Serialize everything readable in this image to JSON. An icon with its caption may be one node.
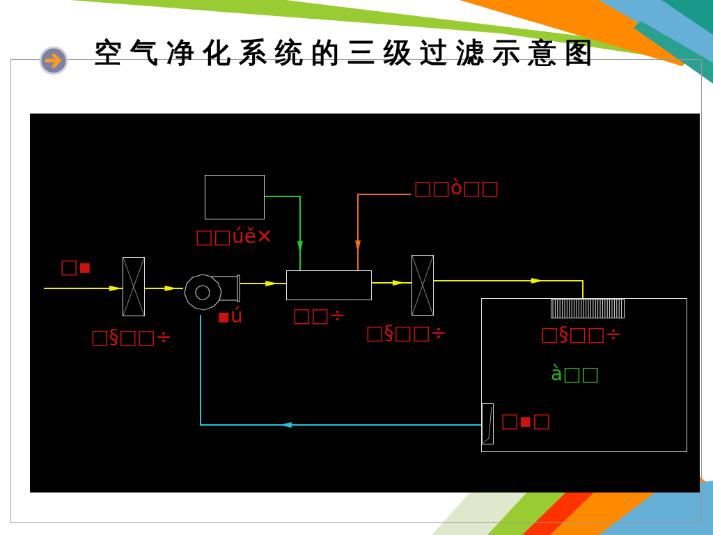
{
  "diagram": {
    "title": "空气净化系统的三级过滤示意图",
    "nodes": [
      {
        "text": [],
        "shape": "box",
        "beside": [
          "□§□□÷"
        ]
      },
      {
        "text": [],
        "shape": "circle",
        "beside": [
          "▪ú"
        ]
      },
      {
        "text": [],
        "shape": "box",
        "beside": [
          "□□úě✕"
        ]
      },
      {
        "text": [],
        "shape": "box",
        "beside": [
          "□□÷"
        ]
      },
      {
        "text": [
          "□□ò□□"
        ]
      },
      {
        "text": [],
        "shape": "box",
        "beside": [
          "□§□□÷"
        ]
      },
      {
        "text": [
          "à□□"
        ]
      },
      {
        "text": [],
        "shape": "box",
        "in": 6,
        "beside": [
          "□§□□÷"
        ]
      },
      {
        "text": [],
        "shape": "box",
        "in": 6,
        "beside": [
          "□▪□"
        ]
      }
    ],
    "edges": [
      {
        "from": null,
        "to": 0,
        "arrow": "to"
      },
      {
        "from": 0,
        "to": 1,
        "arrow": "to"
      },
      {
        "from": 1,
        "to": 3,
        "arrow": "to"
      },
      {
        "from": 2,
        "to": 3,
        "arrow": "to",
        "color": "#22cc22"
      },
      {
        "from": 4,
        "to": 3,
        "arrow": "to",
        "color": "#ee6a1a"
      },
      {
        "from": 3,
        "to": 5,
        "arrow": "to"
      },
      {
        "from": 5,
        "to": 7,
        "arrow": "to"
      },
      {
        "from": 8,
        "to": 1,
        "arrow": "to",
        "color": "#22c4d8"
      }
    ],
    "labels": [
      "□▪"
    ]
  }
}
